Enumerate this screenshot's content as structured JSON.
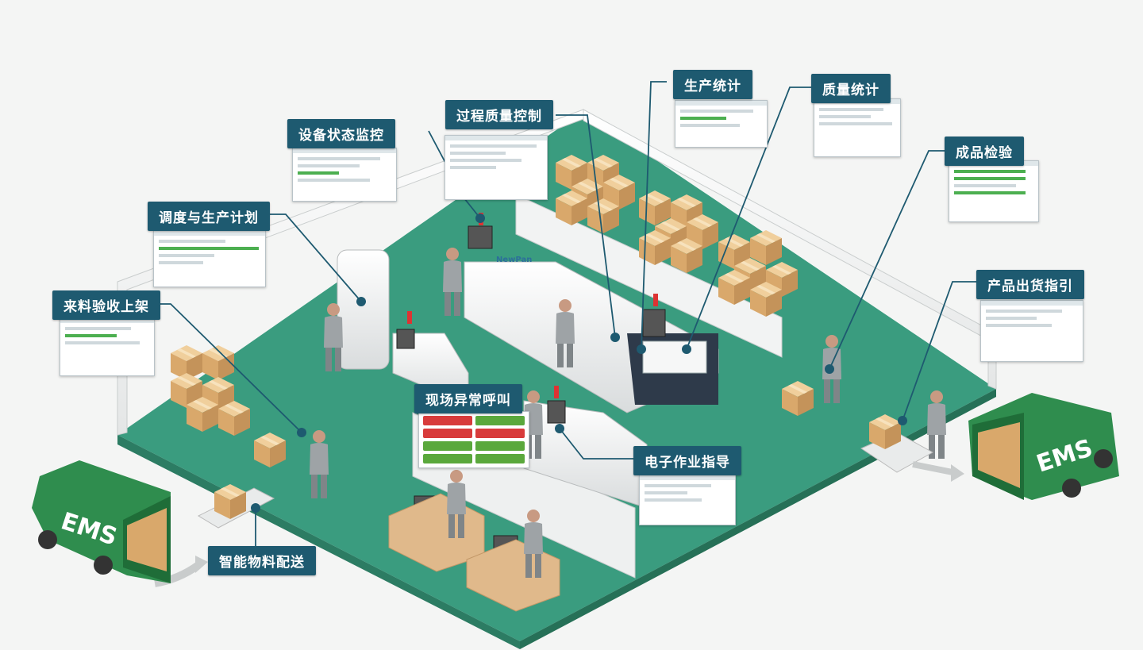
{
  "labels": {
    "equipment_monitoring": "设备状态监控",
    "process_quality": "过程质量控制",
    "production_stats": "生产统计",
    "quality_stats": "质量统计",
    "final_inspection": "成品检验",
    "scheduling": "调度与生产计划",
    "incoming_inspection": "来料验收上架",
    "shipping_guide": "产品出货指引",
    "andon_call": "现场异常呼叫",
    "e_sop": "电子作业指导",
    "smart_delivery": "智能物料配送"
  },
  "trucks": {
    "left_text": "EMS",
    "right_text": "EMS"
  },
  "machine_brand": "NewPan",
  "colors": {
    "callout_bg": "#1e5a70",
    "floor": "#3a9c7f",
    "wall": "#f2f2f2",
    "truck_green": "#2f8d4e",
    "box": "#e5b981",
    "alarm_red": "#d83b3b",
    "alarm_green": "#5aa83c"
  }
}
